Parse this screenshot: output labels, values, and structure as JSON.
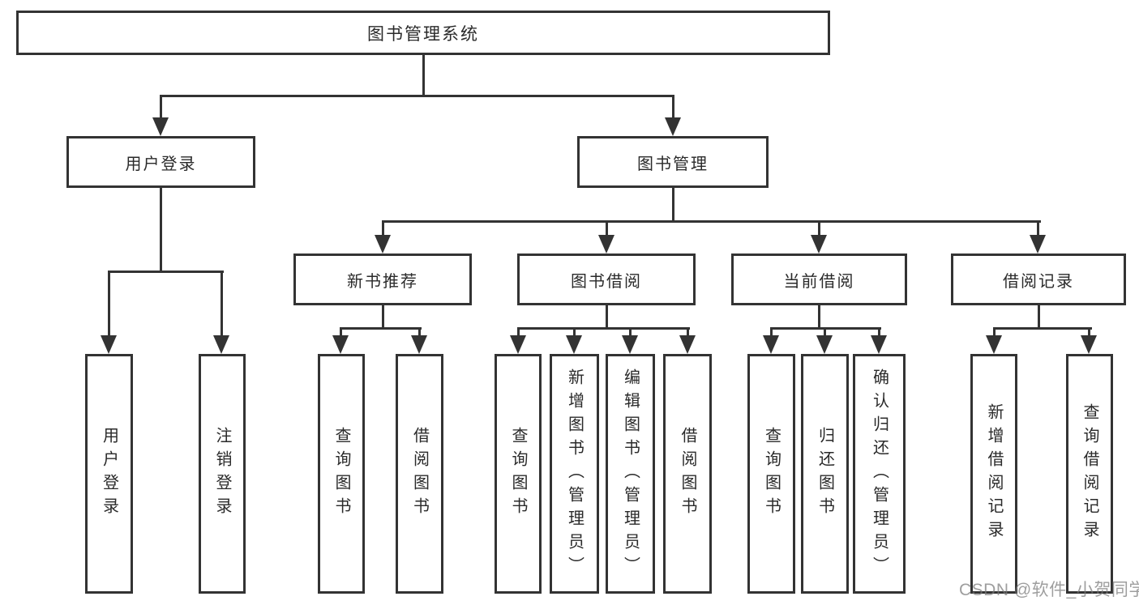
{
  "diagram": {
    "root": {
      "label": "图书管理系统"
    },
    "branches": [
      {
        "label": "用户登录",
        "children": [
          {
            "label": "用户登录"
          },
          {
            "label": "注销登录"
          }
        ]
      },
      {
        "label": "图书管理",
        "children": [
          {
            "label": "新书推荐",
            "children": [
              {
                "label": "查询图书"
              },
              {
                "label": "借阅图书"
              }
            ]
          },
          {
            "label": "图书借阅",
            "children": [
              {
                "label": "查询图书"
              },
              {
                "label": "新增图书（管理员）"
              },
              {
                "label": "编辑图书（管理员）"
              },
              {
                "label": "借阅图书"
              }
            ]
          },
          {
            "label": "当前借阅",
            "children": [
              {
                "label": "查询图书"
              },
              {
                "label": "归还图书"
              },
              {
                "label": "确认归还（管理员）"
              }
            ]
          },
          {
            "label": "借阅记录",
            "children": [
              {
                "label": "新增借阅记录"
              },
              {
                "label": "查询借阅记录"
              }
            ]
          }
        ]
      }
    ]
  },
  "watermark": {
    "text": "CSDN @软件_小贺同学"
  },
  "colors": {
    "line": "#333333",
    "text": "#2a2a2a",
    "watermark": "#787878"
  }
}
